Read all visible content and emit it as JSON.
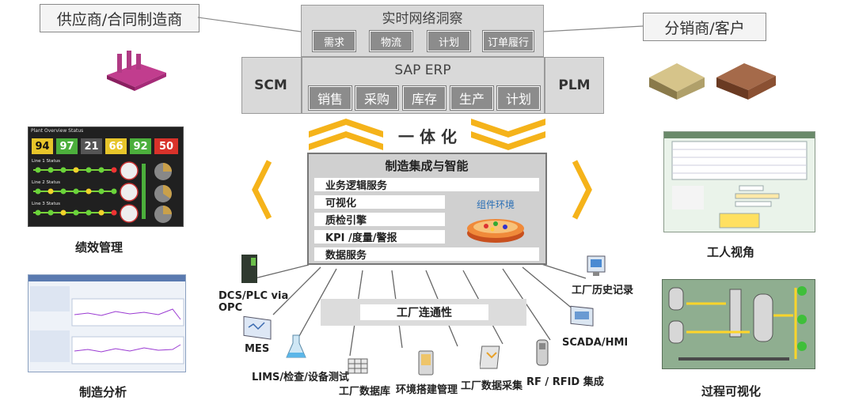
{
  "top": {
    "supplier_label": "供应商/合同制造商",
    "distributor_label": "分销商/客户",
    "network_title": "实时网络洞察",
    "network_items": [
      "需求",
      "物流",
      "计划",
      "订单履行"
    ],
    "erp_title": "SAP ERP",
    "erp_items": [
      "销售",
      "采购",
      "库存",
      "生产",
      "计划"
    ],
    "scm_label": "SCM",
    "plm_label": "PLM"
  },
  "integration": {
    "label": "一 体 化"
  },
  "mi": {
    "title": "制造集成与智能",
    "rows": [
      "业务逻辑服务",
      "可视化",
      "质检引擎",
      "KPI /度量/警报",
      "数据服务"
    ],
    "component_env": "组件环境"
  },
  "connectivity": {
    "label": "工厂连通性"
  },
  "side_captions": {
    "performance": "绩效管理",
    "analysis": "制造分析",
    "worker": "工人视角",
    "process": "过程可视化"
  },
  "sources": {
    "dcs": "DCS/PLC via OPC",
    "mes": "MES",
    "lims": "LIMS/检查/设备测试",
    "plant_db": "工厂数据库",
    "env_mgmt": "环境搭建管理",
    "plant_collect": "工厂数据采集",
    "rfid": "RF / RFID 集成",
    "scada": "SCADA/HMI",
    "history": "工厂历史记录"
  },
  "dashboard": {
    "title": "Plant Overview Status",
    "kpis": [
      "94",
      "97",
      "21",
      "66",
      "92",
      "50"
    ],
    "lines": [
      "Line 1 Status",
      "Line 2 Status",
      "Line 3 Status"
    ]
  },
  "colors": {
    "accent": "#f5b31a",
    "panel": "#d9d9d9",
    "button": "#8c8c8c",
    "mi_border": "#777777"
  }
}
